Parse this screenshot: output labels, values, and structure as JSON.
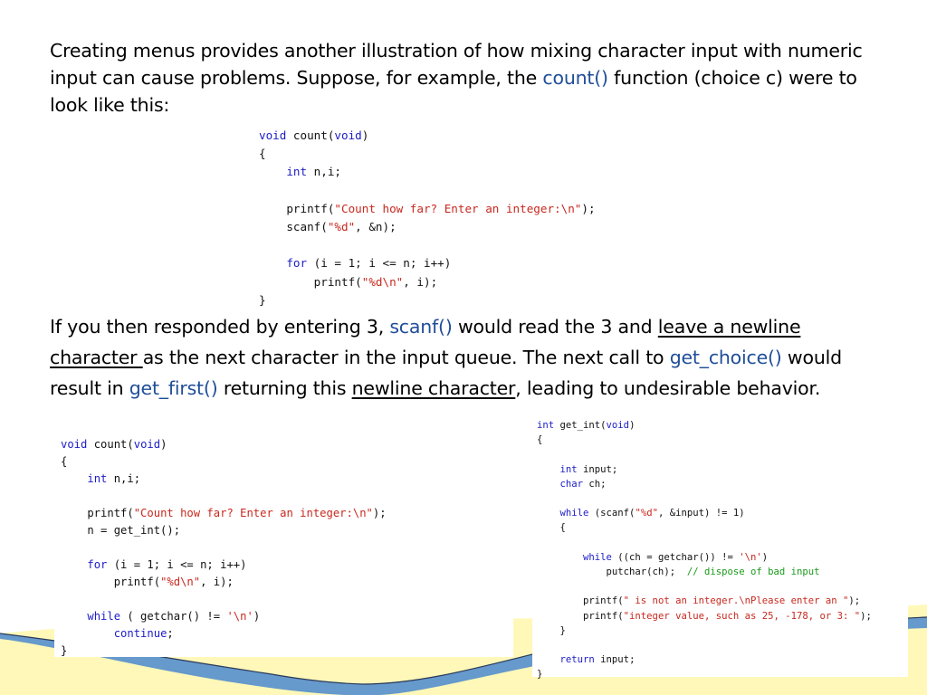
{
  "paragraph1": {
    "part1": "Creating menus provides another illustration of how mixing character input with numeric input can cause problems. Suppose, for example, the ",
    "fn_count": "count()",
    "part2": " function (choice c) were to look like this:"
  },
  "paragraph2": {
    "part1": "If you then responded by entering 3, ",
    "fn_scanf": "scanf()",
    "part2": " would read the 3 and ",
    "underline1": "leave a newline character ",
    "part3": "as the next character in the input queue. The next call to ",
    "fn_get_choice": "get_choice()",
    "part4": " would result in ",
    "fn_get_first": "get_first()",
    "part5": " returning this ",
    "underline2": "newline character",
    "part6": ", leading to undesirable behavior."
  },
  "code1": [
    [
      [
        "kw",
        "void"
      ],
      [
        "t",
        " count("
      ],
      [
        "kw",
        "void"
      ],
      [
        "t",
        ")"
      ]
    ],
    [
      [
        "t",
        "{"
      ]
    ],
    [
      [
        "t",
        "    "
      ],
      [
        "kw",
        "int"
      ],
      [
        "t",
        " n,i;"
      ]
    ],
    [
      [
        "t",
        ""
      ]
    ],
    [
      [
        "t",
        "    printf("
      ],
      [
        "str",
        "\"Count how far? Enter an integer:\\n\""
      ],
      [
        "t",
        ");"
      ]
    ],
    [
      [
        "t",
        "    scanf("
      ],
      [
        "str",
        "\"%d\""
      ],
      [
        "t",
        ", &n);"
      ]
    ],
    [
      [
        "t",
        ""
      ]
    ],
    [
      [
        "t",
        "    "
      ],
      [
        "kw",
        "for"
      ],
      [
        "t",
        " (i = 1; i <= n; i++)"
      ]
    ],
    [
      [
        "t",
        "        printf("
      ],
      [
        "str",
        "\"%d\\n\""
      ],
      [
        "t",
        ", i);"
      ]
    ],
    [
      [
        "t",
        "}"
      ]
    ]
  ],
  "code2": [
    [
      [
        "kw",
        "void"
      ],
      [
        "t",
        " count("
      ],
      [
        "kw",
        "void"
      ],
      [
        "t",
        ")"
      ]
    ],
    [
      [
        "t",
        "{"
      ]
    ],
    [
      [
        "t",
        "    "
      ],
      [
        "kw",
        "int"
      ],
      [
        "t",
        " n,i;"
      ]
    ],
    [
      [
        "t",
        ""
      ]
    ],
    [
      [
        "t",
        "    printf("
      ],
      [
        "str",
        "\"Count how far? Enter an integer:\\n\""
      ],
      [
        "t",
        ");"
      ]
    ],
    [
      [
        "t",
        "    n = get_int();"
      ]
    ],
    [
      [
        "t",
        ""
      ]
    ],
    [
      [
        "t",
        "    "
      ],
      [
        "kw",
        "for"
      ],
      [
        "t",
        " (i = 1; i <= n; i++)"
      ]
    ],
    [
      [
        "t",
        "        printf("
      ],
      [
        "str",
        "\"%d\\n\""
      ],
      [
        "t",
        ", i);"
      ]
    ],
    [
      [
        "t",
        ""
      ]
    ],
    [
      [
        "t",
        "    "
      ],
      [
        "kw",
        "while"
      ],
      [
        "t",
        " ( getchar() != "
      ],
      [
        "str",
        "'\\n'"
      ],
      [
        "t",
        ")"
      ]
    ],
    [
      [
        "t",
        "        "
      ],
      [
        "kw",
        "continue"
      ],
      [
        "t",
        ";"
      ]
    ],
    [
      [
        "t",
        "}"
      ]
    ]
  ],
  "code3": [
    [
      [
        "kw",
        "int"
      ],
      [
        "t",
        " get_int("
      ],
      [
        "kw",
        "void"
      ],
      [
        "t",
        ")"
      ]
    ],
    [
      [
        "t",
        "{"
      ]
    ],
    [
      [
        "t",
        ""
      ]
    ],
    [
      [
        "t",
        "    "
      ],
      [
        "kw",
        "int"
      ],
      [
        "t",
        " input;"
      ]
    ],
    [
      [
        "t",
        "    "
      ],
      [
        "kw",
        "char"
      ],
      [
        "t",
        " ch;"
      ]
    ],
    [
      [
        "t",
        ""
      ]
    ],
    [
      [
        "t",
        "    "
      ],
      [
        "kw",
        "while"
      ],
      [
        "t",
        " (scanf("
      ],
      [
        "str",
        "\"%d\""
      ],
      [
        "t",
        ", &input) != 1)"
      ]
    ],
    [
      [
        "t",
        "    {"
      ]
    ],
    [
      [
        "t",
        ""
      ]
    ],
    [
      [
        "t",
        "        "
      ],
      [
        "kw",
        "while"
      ],
      [
        "t",
        " ((ch = getchar()) != "
      ],
      [
        "str",
        "'\\n'"
      ],
      [
        "t",
        ")"
      ]
    ],
    [
      [
        "t",
        "            putchar(ch);  "
      ],
      [
        "cm",
        "// dispose of bad input"
      ]
    ],
    [
      [
        "t",
        ""
      ]
    ],
    [
      [
        "t",
        "        printf("
      ],
      [
        "str",
        "\" is not an integer.\\nPlease enter an \""
      ],
      [
        "t",
        ");"
      ]
    ],
    [
      [
        "t",
        "        printf("
      ],
      [
        "str",
        "\"integer value, such as 25, -178, or 3: \""
      ],
      [
        "t",
        ");"
      ]
    ],
    [
      [
        "t",
        "    }"
      ]
    ],
    [
      [
        "t",
        ""
      ]
    ],
    [
      [
        "t",
        "    "
      ],
      [
        "kw",
        "return"
      ],
      [
        "t",
        " input;"
      ]
    ],
    [
      [
        "t",
        "}"
      ]
    ]
  ],
  "colors": {
    "function_name": "#1f4e98",
    "keyword": "#1c1cc8",
    "string": "#c8281e",
    "comment": "#1a9a1a",
    "wave_yellow": "#fff8b8",
    "wave_blue": "#6699cc"
  }
}
